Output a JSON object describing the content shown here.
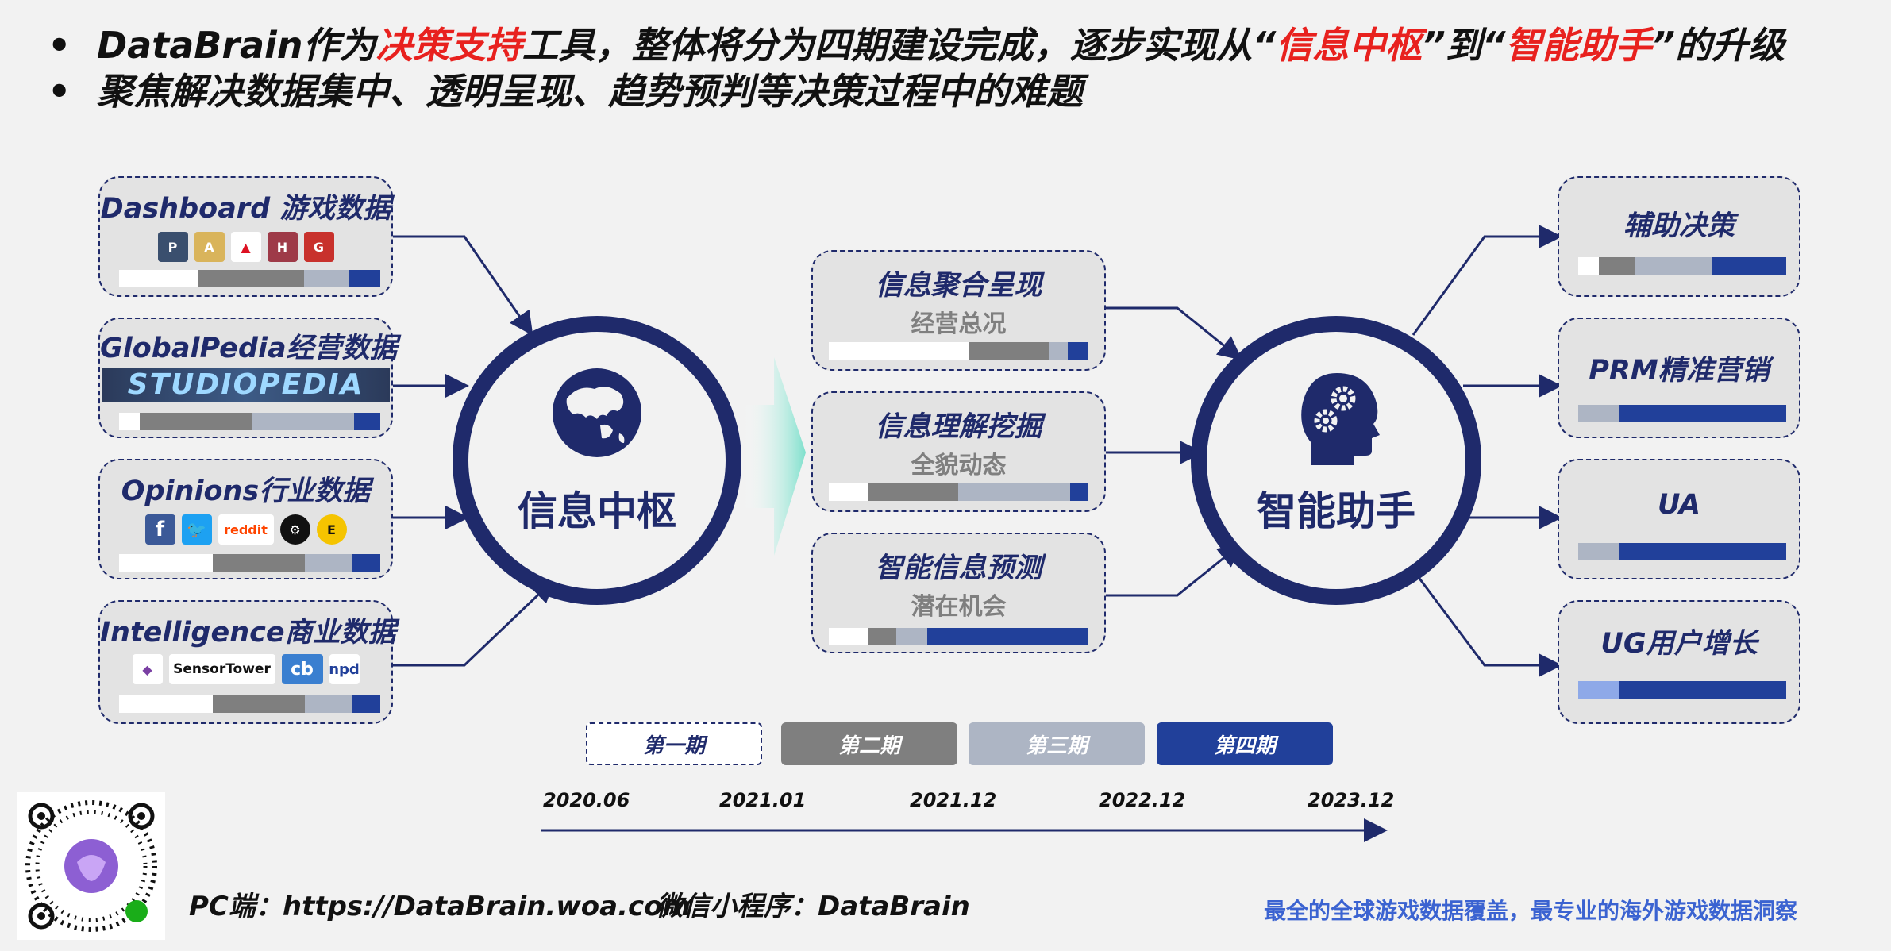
{
  "header": {
    "line1": [
      {
        "t": "DataBrain作为",
        "c": ""
      },
      {
        "t": "决策支持",
        "c": "red"
      },
      {
        "t": "工具，整体将分为四期建设完成，逐步实现从“",
        "c": ""
      },
      {
        "t": "信息中枢",
        "c": "red"
      },
      {
        "t": "”到“",
        "c": ""
      },
      {
        "t": "智能助手",
        "c": "red"
      },
      {
        "t": "”的升级",
        "c": ""
      }
    ],
    "line2": "聚焦解决数据集中、透明呈现、趋势预判等决策过程中的难题",
    "bullet": "•"
  },
  "sources": [
    {
      "title": "Dashboard 游戏数据",
      "icons": [
        "pubg-icon",
        "anime-icon",
        "game-logo-icon",
        "hero-icon",
        "girl-icon"
      ],
      "bar": [
        0.33,
        0.45,
        0.19,
        0.13
      ]
    },
    {
      "title": "GlobalPedia经营数据",
      "banner": "STUDIOPEDIA",
      "bar": [
        0.08,
        0.43,
        0.39,
        0.1
      ]
    },
    {
      "title": "Opinions行业数据",
      "icons": [
        "facebook-icon",
        "twitter-icon",
        "reddit-icon",
        "steam-icon",
        "epic-icon"
      ],
      "reddit": "reddit",
      "bar": [
        0.36,
        0.35,
        0.18,
        0.11
      ]
    },
    {
      "title": "Intelligence商业数据",
      "icons": [
        "appannie-icon",
        "sensortower-icon",
        "cb-icon",
        "npd-icon"
      ],
      "sensortower": "SensorTower",
      "cb": "cb",
      "npd": "npd",
      "bar": [
        0.36,
        0.35,
        0.18,
        0.11
      ]
    }
  ],
  "hub": {
    "label": "信息中枢"
  },
  "assistant": {
    "label": "智能助手"
  },
  "middle": [
    {
      "title": "信息聚合呈现",
      "sub": "经营总况",
      "bar": [
        0.54,
        0.31,
        0.07,
        0.08
      ]
    },
    {
      "title": "信息理解挖掘",
      "sub": "全貌动态",
      "bar": [
        0.15,
        0.35,
        0.43,
        0.07
      ]
    },
    {
      "title": "智能信息预测",
      "sub": "潜在机会",
      "bar": [
        0.15,
        0.11,
        0.12,
        0.62
      ]
    }
  ],
  "outputs": [
    {
      "title": "辅助决策",
      "bar": [
        0.1,
        0.17,
        0.37,
        0.36
      ]
    },
    {
      "title": "PRM精准营销",
      "bar": [
        0,
        0,
        0.2,
        0.8
      ]
    },
    {
      "title": "UA",
      "bar": [
        0,
        0,
        0.2,
        0.8
      ]
    },
    {
      "title": "UG用户增长",
      "bar": [
        0,
        0,
        0.2,
        0.8
      ],
      "ug": true
    }
  ],
  "phases": [
    {
      "label": "第一期",
      "bg": "#ffffff",
      "fg": "#1f2a6b"
    },
    {
      "label": "第二期",
      "bg": "#7f7f7f",
      "fg": "#ffffff"
    },
    {
      "label": "第三期",
      "bg": "#adb5c4",
      "fg": "#ffffff"
    },
    {
      "label": "第四期",
      "bg": "#21409a",
      "fg": "#ffffff"
    }
  ],
  "dates": [
    "2020.06",
    "2021.01",
    "2021.12",
    "2022.12",
    "2023.12"
  ],
  "footer": {
    "pc": "PC端：https://DataBrain.woa.com",
    "mini": "微信小程序：DataBrain",
    "slogan": "最全的全球游戏数据覆盖，最专业的海外游戏数据洞察"
  },
  "colors": {
    "navy": "#1f2a6b",
    "blue": "#21409a",
    "gray": "#7f7f7f",
    "light": "#adb5c4",
    "red": "#e8211e",
    "white": "#ffffff",
    "paleblue": "#8ea9e8"
  }
}
